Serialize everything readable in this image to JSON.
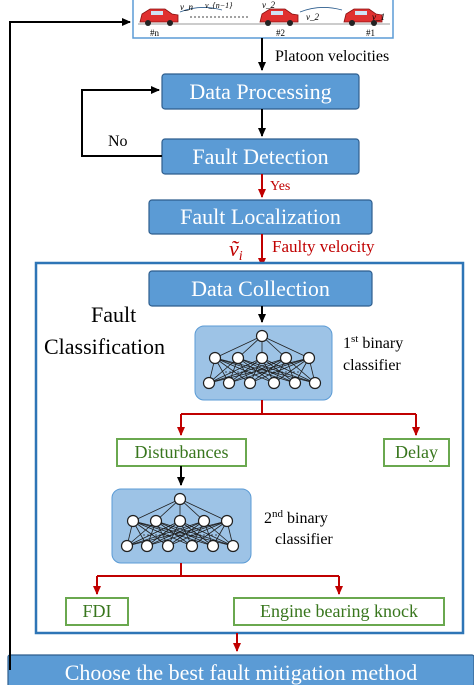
{
  "platoon": {
    "velocity_labels": [
      "v_n",
      "v_{n−1}",
      "v_2",
      "v_2",
      "v_1"
    ],
    "car_labels": [
      "#n",
      "#2",
      "#1"
    ],
    "output_label": "Platoon velocities"
  },
  "flow": {
    "data_processing": "Data Processing",
    "fault_detection": "Fault Detection",
    "no_label": "No",
    "yes_label": "Yes",
    "fault_localization": "Fault Localization",
    "faulty_symbol": "ṽ",
    "faulty_symbol_sub": "i",
    "faulty_velocity": "Faulty velocity",
    "data_collection": "Data Collection",
    "fault_classification_line1": "Fault",
    "fault_classification_line2": "Classification",
    "classifier1_line1_sup": "st",
    "classifier1_line1_num": "1",
    "classifier1_line1_rest": " binary",
    "classifier1_line2": "classifier",
    "disturbances": "Disturbances",
    "delay": "Delay",
    "classifier2_line1_num": "2",
    "classifier2_line1_sup": "nd",
    "classifier2_line1_rest": " binary",
    "classifier2_line2": "classifier",
    "fdi": "FDI",
    "engine_bearing_knock": "Engine bearing knock",
    "mitigation": "Choose the best fault mitigation method"
  },
  "colors": {
    "box_blue": "#5b9bd5",
    "arrow_red": "#c00000",
    "outline_green": "#6aa84f",
    "car_red": "#e03030"
  }
}
